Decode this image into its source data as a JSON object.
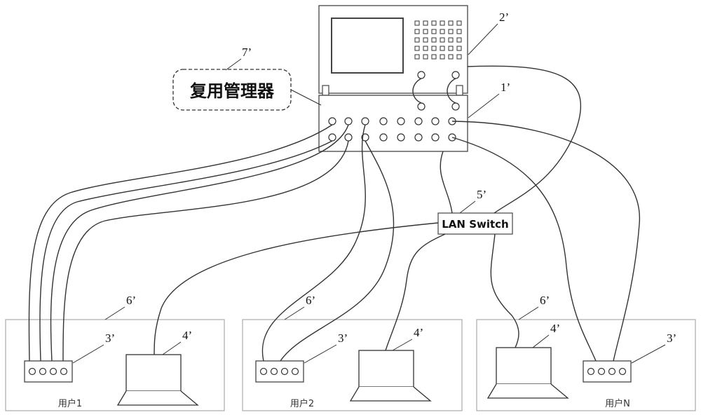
{
  "manager_label": "复用管理器",
  "switch_label": "LAN Switch",
  "refs": {
    "r1": "1’",
    "r2": "2’",
    "r3": "3’",
    "r4": "4’",
    "r5": "5’",
    "r6": "6’",
    "r7": "7’"
  },
  "users": {
    "u1": "用户1",
    "u2": "用户2",
    "uN": "用户N"
  }
}
